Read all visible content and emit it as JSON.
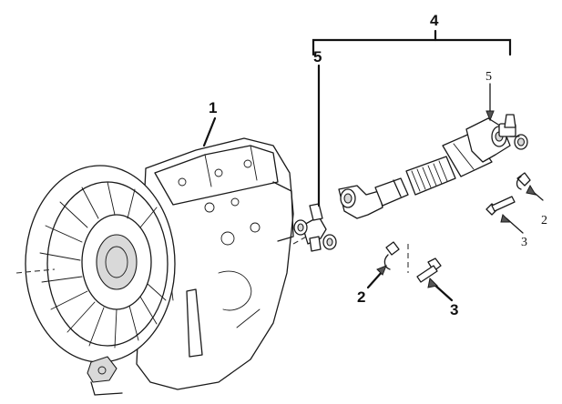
{
  "callouts": {
    "transmission": "1",
    "driveshaft_assembly": "4",
    "universal_joint_front": "5",
    "universal_joint_rear": "5",
    "strap_rear": "2",
    "bolt_rear": "3",
    "strap_front": "2",
    "bolt_front": "3"
  }
}
